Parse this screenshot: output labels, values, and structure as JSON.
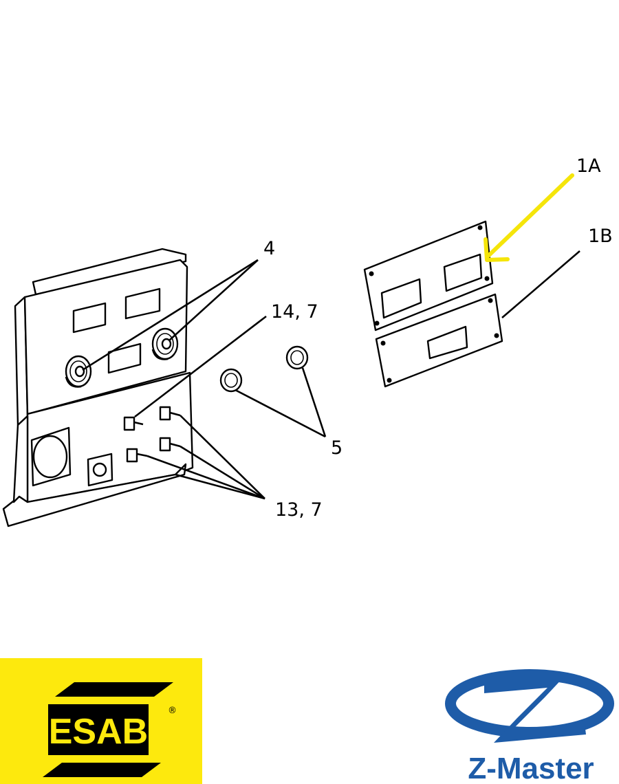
{
  "callouts": {
    "c1a": "1A",
    "c1b": "1B",
    "c4": "4",
    "c14_7": "14, 7",
    "c5": "5",
    "c13_7": "13, 7"
  },
  "colors": {
    "highlight_arrow": "#f5e50a",
    "esab_yellow": "#fde90d",
    "esab_black": "#000000",
    "zmaster_blue": "#1e5ca8"
  },
  "logos": {
    "esab": {
      "text": "ESAB",
      "reg": "®"
    },
    "zmaster": {
      "text": "Z-Master"
    }
  }
}
